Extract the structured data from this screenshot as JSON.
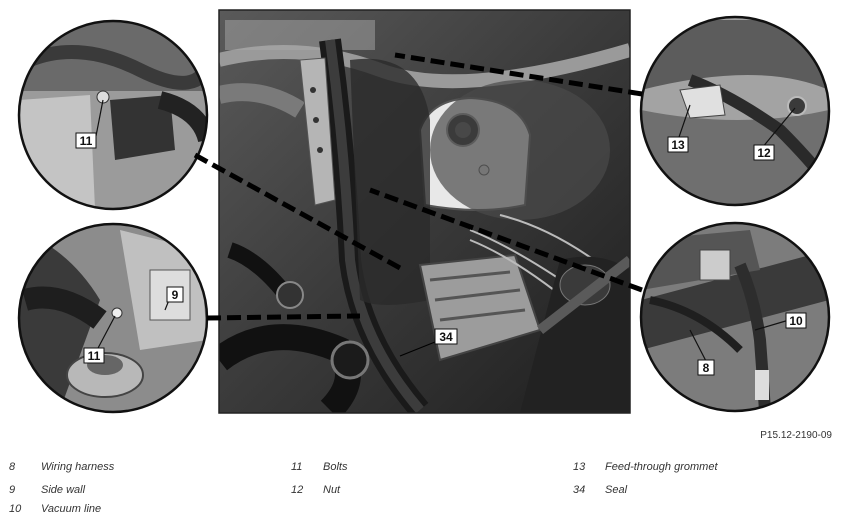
{
  "callouts": {
    "c8": "8",
    "c9": "9",
    "c10": "10",
    "c11a": "11",
    "c11b": "11",
    "c12": "12",
    "c13": "13",
    "c34": "34"
  },
  "figure_number": "P15.12-2190-09",
  "legend": [
    {
      "num": "8",
      "text": "Wiring harness"
    },
    {
      "num": "9",
      "text": "Side wall"
    },
    {
      "num": "10",
      "text": "Vacuum line"
    },
    {
      "num": "11",
      "text": "Bolts"
    },
    {
      "num": "12",
      "text": "Nut"
    },
    {
      "num": "13",
      "text": "Feed-through grommet"
    },
    {
      "num": "34",
      "text": "Seal"
    }
  ],
  "colors": {
    "background": "#ffffff",
    "photo_dark": "#2a2a2a",
    "photo_mid": "#6e6e6e",
    "photo_light": "#c8c8c8",
    "leader": "#000000"
  }
}
